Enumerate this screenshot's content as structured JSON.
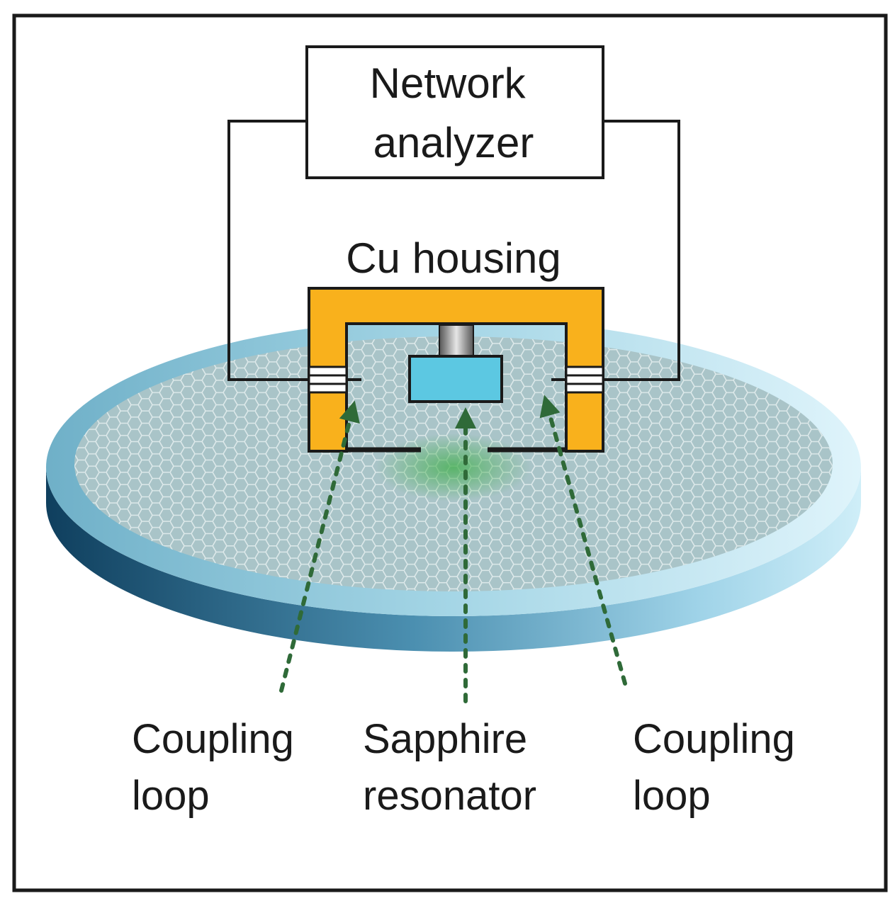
{
  "labels": {
    "network_analyzer": [
      "Network",
      "analyzer"
    ],
    "cu_housing": "Cu housing",
    "coupling_loop_left": [
      "Coupling",
      "loop"
    ],
    "sapphire_resonator": [
      "Sapphire",
      "resonator"
    ],
    "coupling_loop_right": [
      "Coupling",
      "loop"
    ]
  },
  "colors": {
    "frame": "#1a1a1a",
    "copper_housing": "#f9b11c",
    "sapphire": "#5cc8e2",
    "wafer_surface": "#a9c4c8",
    "wafer_edge": "#3b8aa8",
    "pointer": "#2f6a38",
    "field_glow": "#3fae4a"
  }
}
